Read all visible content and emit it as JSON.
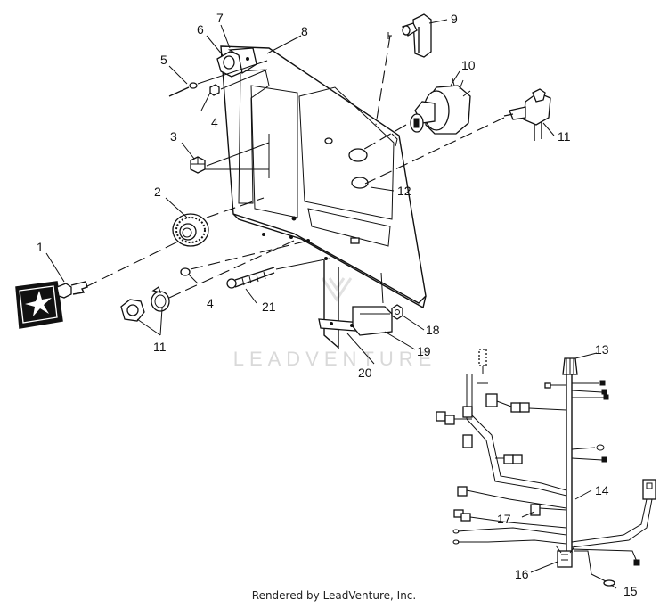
{
  "watermark": "LEADVENTURE",
  "footer": "Rendered by LeadVenture, Inc.",
  "callouts": {
    "c1": "1",
    "c2": "2",
    "c3": "3",
    "c4a": "4",
    "c4b": "4",
    "c5": "5",
    "c6": "6",
    "c7": "7",
    "c8": "8",
    "c9": "9",
    "c10": "10",
    "c11a": "11",
    "c11b": "11",
    "c12": "12",
    "c13": "13",
    "c14": "14",
    "c15": "15",
    "c16": "16",
    "c17": "17",
    "c18": "18",
    "c19": "19",
    "c20": "20",
    "c21": "21"
  }
}
